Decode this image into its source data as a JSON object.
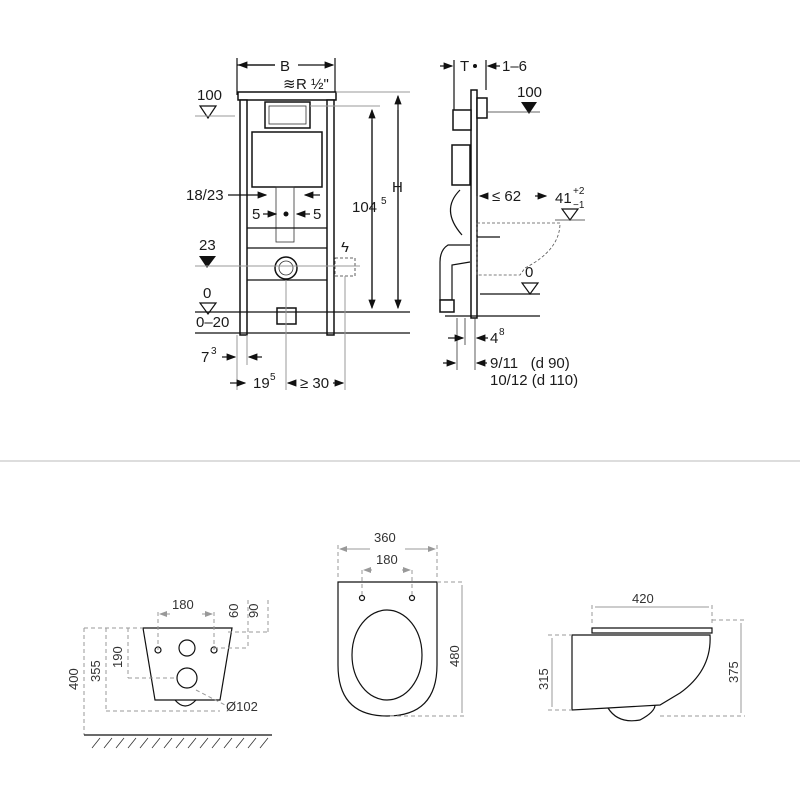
{
  "front_view": {
    "width_label": "B",
    "water_label": "R ½\"",
    "level_100": "100",
    "height_label": "H",
    "height_104": "104",
    "height_104_sup": "5",
    "label_18_23": "18/23",
    "label_5_left": "5",
    "label_5_right": "5",
    "level_23": "23",
    "level_0": "0",
    "level_0_20": "0–20",
    "dim_7": "7",
    "dim_7_sup": "3",
    "dim_19": "19",
    "dim_19_sup": "5",
    "dim_30": "≥ 30"
  },
  "side_view": {
    "depth_label": "T",
    "dim_1_6": "1–6",
    "level_100": "100",
    "dim_62": "≤ 62",
    "level_41": "41",
    "level_41_sup": "+2",
    "level_41_sub": "−1",
    "level_0": "0",
    "dim_4": "4",
    "dim_4_sup": "8",
    "dim_9_11": "9/11   (d 90)",
    "dim_10_12": "10/12 (d 110)"
  },
  "bowl_front": {
    "dim_180": "180",
    "dim_60": "60",
    "dim_90": "90",
    "dim_400": "400",
    "dim_355": "355",
    "dim_190": "190",
    "dim_d102": "Ø102"
  },
  "bowl_top": {
    "dim_360": "360",
    "dim_180": "180",
    "dim_480": "480"
  },
  "bowl_side": {
    "dim_420": "420",
    "dim_315": "315",
    "dim_375": "375"
  }
}
